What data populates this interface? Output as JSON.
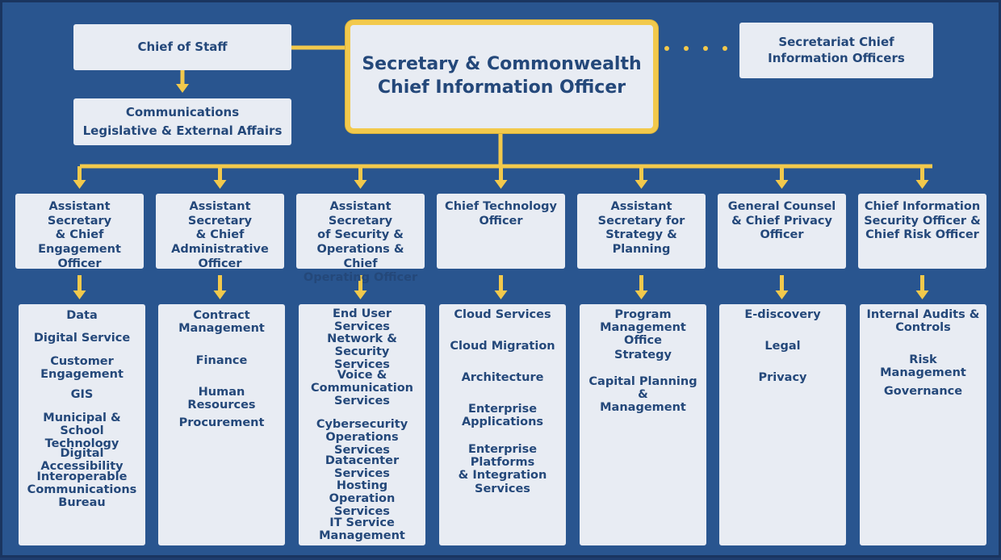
{
  "colors": {
    "background": "#29558f",
    "box": "#e8ecf3",
    "text": "#24487a",
    "connector": "#f2c94c"
  },
  "top": {
    "chief_of_staff": "Chief of Staff",
    "communications": "Communications\nLegislative & External Affairs",
    "secretary": "Secretary & Commonwealth\nChief Information Officer",
    "secretariat_cios": "Secretariat Chief\nInformation Officers"
  },
  "columns": [
    {
      "title": "Assistant Secretary\n& Chief\nEngagement\nOfficer",
      "items": [
        "Data",
        "Digital Service",
        "Customer\nEngagement",
        "GIS",
        "Municipal & School\nTechnology",
        "Digital Accessibility",
        "Interoperable\nCommunications\nBureau"
      ]
    },
    {
      "title": "Assistant Secretary\n& Chief\nAdministrative\nOfficer",
      "items": [
        "Contract\nManagement",
        "Finance",
        "Human Resources",
        "Procurement"
      ]
    },
    {
      "title": "Assistant Secretary\nof Security &\nOperations & Chief\nOperating Officer",
      "items": [
        "End User Services",
        "Network & Security\nServices",
        "Voice &\nCommunication\nServices",
        "Cybersecurity\nOperations Services",
        "Datacenter Services",
        "Hosting Operation\nServices",
        "IT Service\nManagement"
      ]
    },
    {
      "title": "Chief Technology\nOfficer",
      "items": [
        "Cloud Services",
        "Cloud Migration",
        "Architecture",
        "Enterprise\nApplications",
        "Enterprise Platforms\n& Integration\nServices"
      ]
    },
    {
      "title": "Assistant\nSecretary for\nStrategy &\nPlanning",
      "items": [
        "Program\nManagement Office",
        "Strategy",
        "Capital Planning &\nManagement"
      ]
    },
    {
      "title": "General Counsel\n& Chief Privacy\nOfficer",
      "items": [
        "E-discovery",
        "Legal",
        "Privacy"
      ]
    },
    {
      "title": "Chief Information\nSecurity Officer &\nChief Risk Officer",
      "items": [
        "Internal Audits &\nControls",
        "Risk Management",
        "Governance"
      ]
    }
  ]
}
